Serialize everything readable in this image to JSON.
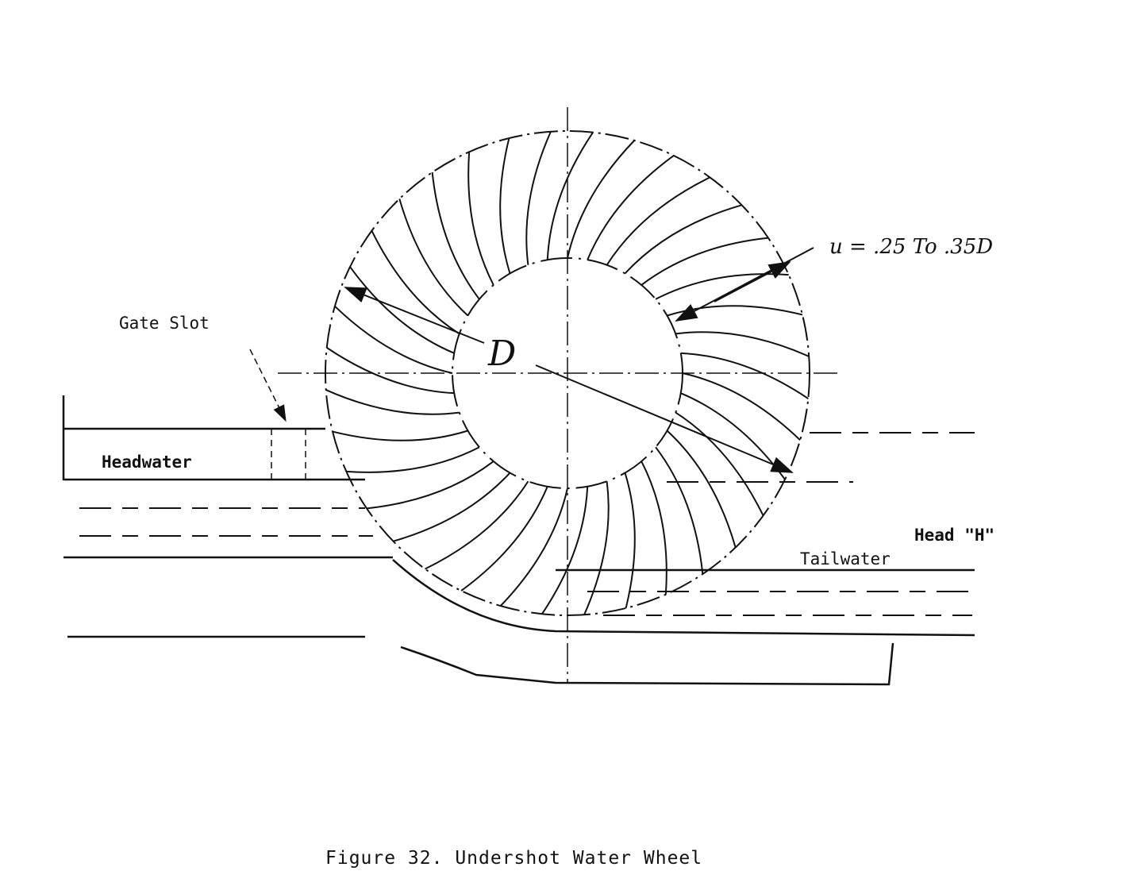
{
  "labels": {
    "gate_slot": "Gate Slot",
    "headwater": "Headwater",
    "tailwater": "Tailwater",
    "head": "Head \"H\"",
    "diameter": "D",
    "bucket_depth": "u = .25 To .35D"
  },
  "caption": "Figure 32. Undershot Water Wheel",
  "colors": {
    "ink": "#111111",
    "paper": "#ffffff"
  }
}
